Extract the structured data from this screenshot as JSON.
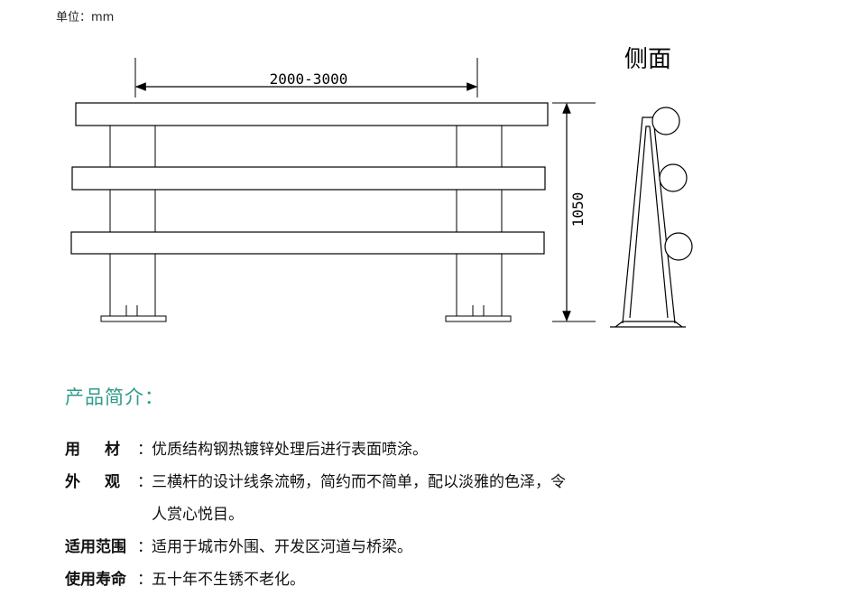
{
  "unit_label": "单位：mm",
  "drawing": {
    "width_label": "2000-3000",
    "height_label": "1050",
    "side_label": "侧面"
  },
  "section_title": "产品简介：",
  "specs": [
    {
      "label_a": "用",
      "label_b": "材",
      "colon": "：",
      "lines": [
        "优质结构钢热镀锌处理后进行表面喷涂。"
      ]
    },
    {
      "label_a": "外",
      "label_b": "观",
      "colon": "：",
      "lines": [
        "三横杆的设计线条流畅，简约而不简单，配以淡雅的色泽，令",
        "人赏心悦目。"
      ]
    },
    {
      "label": "适用范围",
      "colon": "：",
      "lines": [
        "适用于城市外围、开发区河道与桥梁。"
      ]
    },
    {
      "label": "使用寿命",
      "colon": "：",
      "lines": [
        "五十年不生锈不老化。"
      ]
    }
  ]
}
